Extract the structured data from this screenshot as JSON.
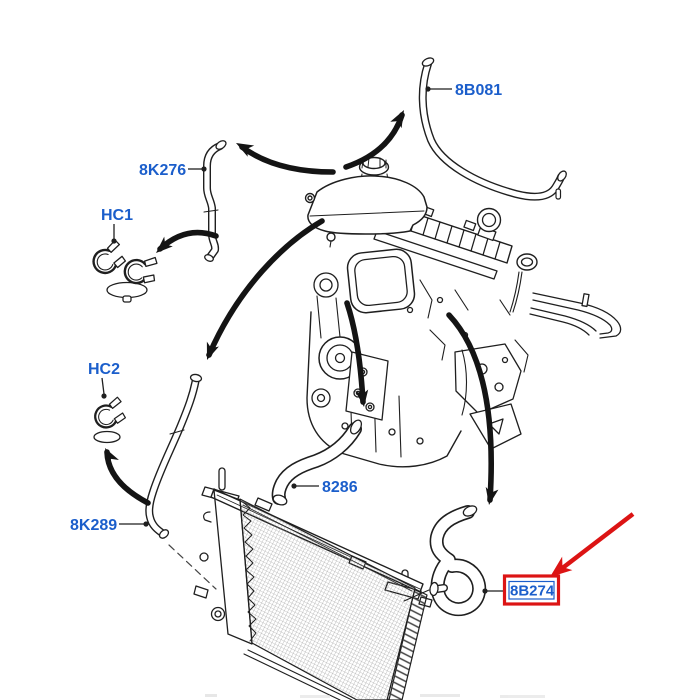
{
  "diagram": {
    "type": "parts-exploded-diagram",
    "subject": "engine cooling hoses and radiator",
    "background": "#ffffff",
    "colors": {
      "part_label_blue": "#1b5ecb",
      "line_ink": "#1f1f1f",
      "highlight_red": "#dc1414"
    },
    "labels": {
      "hose_top_right": {
        "text": "8B081"
      },
      "hose_top_left": {
        "text": "8K276"
      },
      "clip_upper": {
        "text": "HC1"
      },
      "clip_lower": {
        "text": "HC2"
      },
      "hose_bottom_left": {
        "text": "8K289"
      },
      "hose_middle": {
        "text": "8286"
      },
      "hose_highlighted": {
        "text": "8B274",
        "highlighted": true
      }
    }
  }
}
